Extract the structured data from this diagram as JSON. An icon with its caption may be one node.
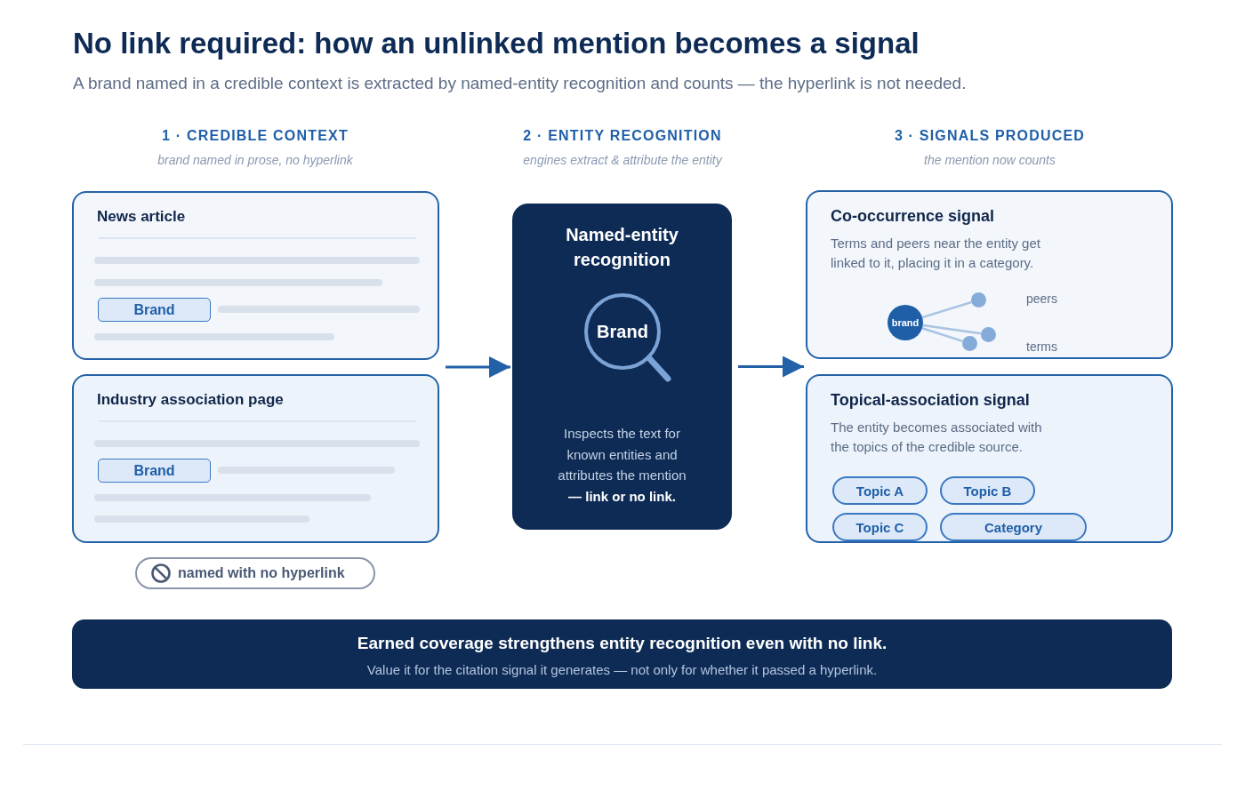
{
  "diagram": {
    "title": "No link required: how an unlinked mention becomes a signal",
    "nodes": [
      {
        "text": [
          "News article"
        ]
      },
      {
        "text": [
          "Brand"
        ],
        "in": 0
      },
      {
        "text": [
          "Industry association page"
        ]
      },
      {
        "text": [
          "Brand"
        ],
        "in": 2
      },
      {
        "text": [
          "named with no hyperlink"
        ]
      },
      {
        "text": [
          "Named-entity recognition",
          "Inspects the text for known entities and attributes the mention **— link or no link.**"
        ]
      },
      {
        "text": [
          "Brand"
        ],
        "in": 5
      },
      {
        "text": [
          "Co-occurrence signal",
          "Terms and peers near the entity get linked to it, placing it in a category."
        ]
      },
      {
        "text": [
          "brand"
        ],
        "in": 7
      },
      {
        "text": [],
        "shape": "circle",
        "in": 7
      },
      {
        "text": [],
        "shape": "circle",
        "in": 7
      },
      {
        "text": [],
        "shape": "circle",
        "in": 7
      },
      {
        "text": [
          "Topical-association signal",
          "The entity becomes associated with the topics of the credible source."
        ]
      },
      {
        "text": [
          "Topic A"
        ],
        "in": 12
      },
      {
        "text": [
          "Topic B"
        ],
        "in": 12
      },
      {
        "text": [
          "Topic C"
        ],
        "in": 12
      },
      {
        "text": [
          "Category"
        ],
        "in": 12
      },
      {
        "text": [
          "Earned coverage strengthens entity recognition even with no link.",
          "Value it for the citation signal it generates — not only for whether it passed a hyperlink."
        ]
      }
    ],
    "edges": [
      {
        "from": 0,
        "to": 5,
        "arrow": "to"
      },
      {
        "from": 2,
        "to": 5,
        "arrow": "to"
      },
      {
        "from": 5,
        "to": 7,
        "arrow": "to"
      },
      {
        "from": 5,
        "to": 12,
        "arrow": "to"
      },
      {
        "from": 8,
        "to": 9,
        "arrow": "none",
        "color": "#a9c3e3"
      },
      {
        "from": 8,
        "to": 10,
        "arrow": "none",
        "color": "#a9c3e3"
      },
      {
        "from": 8,
        "to": 11,
        "arrow": "none",
        "color": "#a9c3e3"
      }
    ],
    "labels": [
      "A brand named in a credible context is extracted by named-entity recognition and counts — the hyperlink is not needed.",
      "1 · CREDIBLE CONTEXT",
      "brand named in prose, no hyperlink",
      "2 · ENTITY RECOGNITION",
      "engines extract & attribute the entity",
      "3 · SIGNALS PRODUCED",
      "the mention now counts",
      "peers",
      "terms"
    ]
  }
}
